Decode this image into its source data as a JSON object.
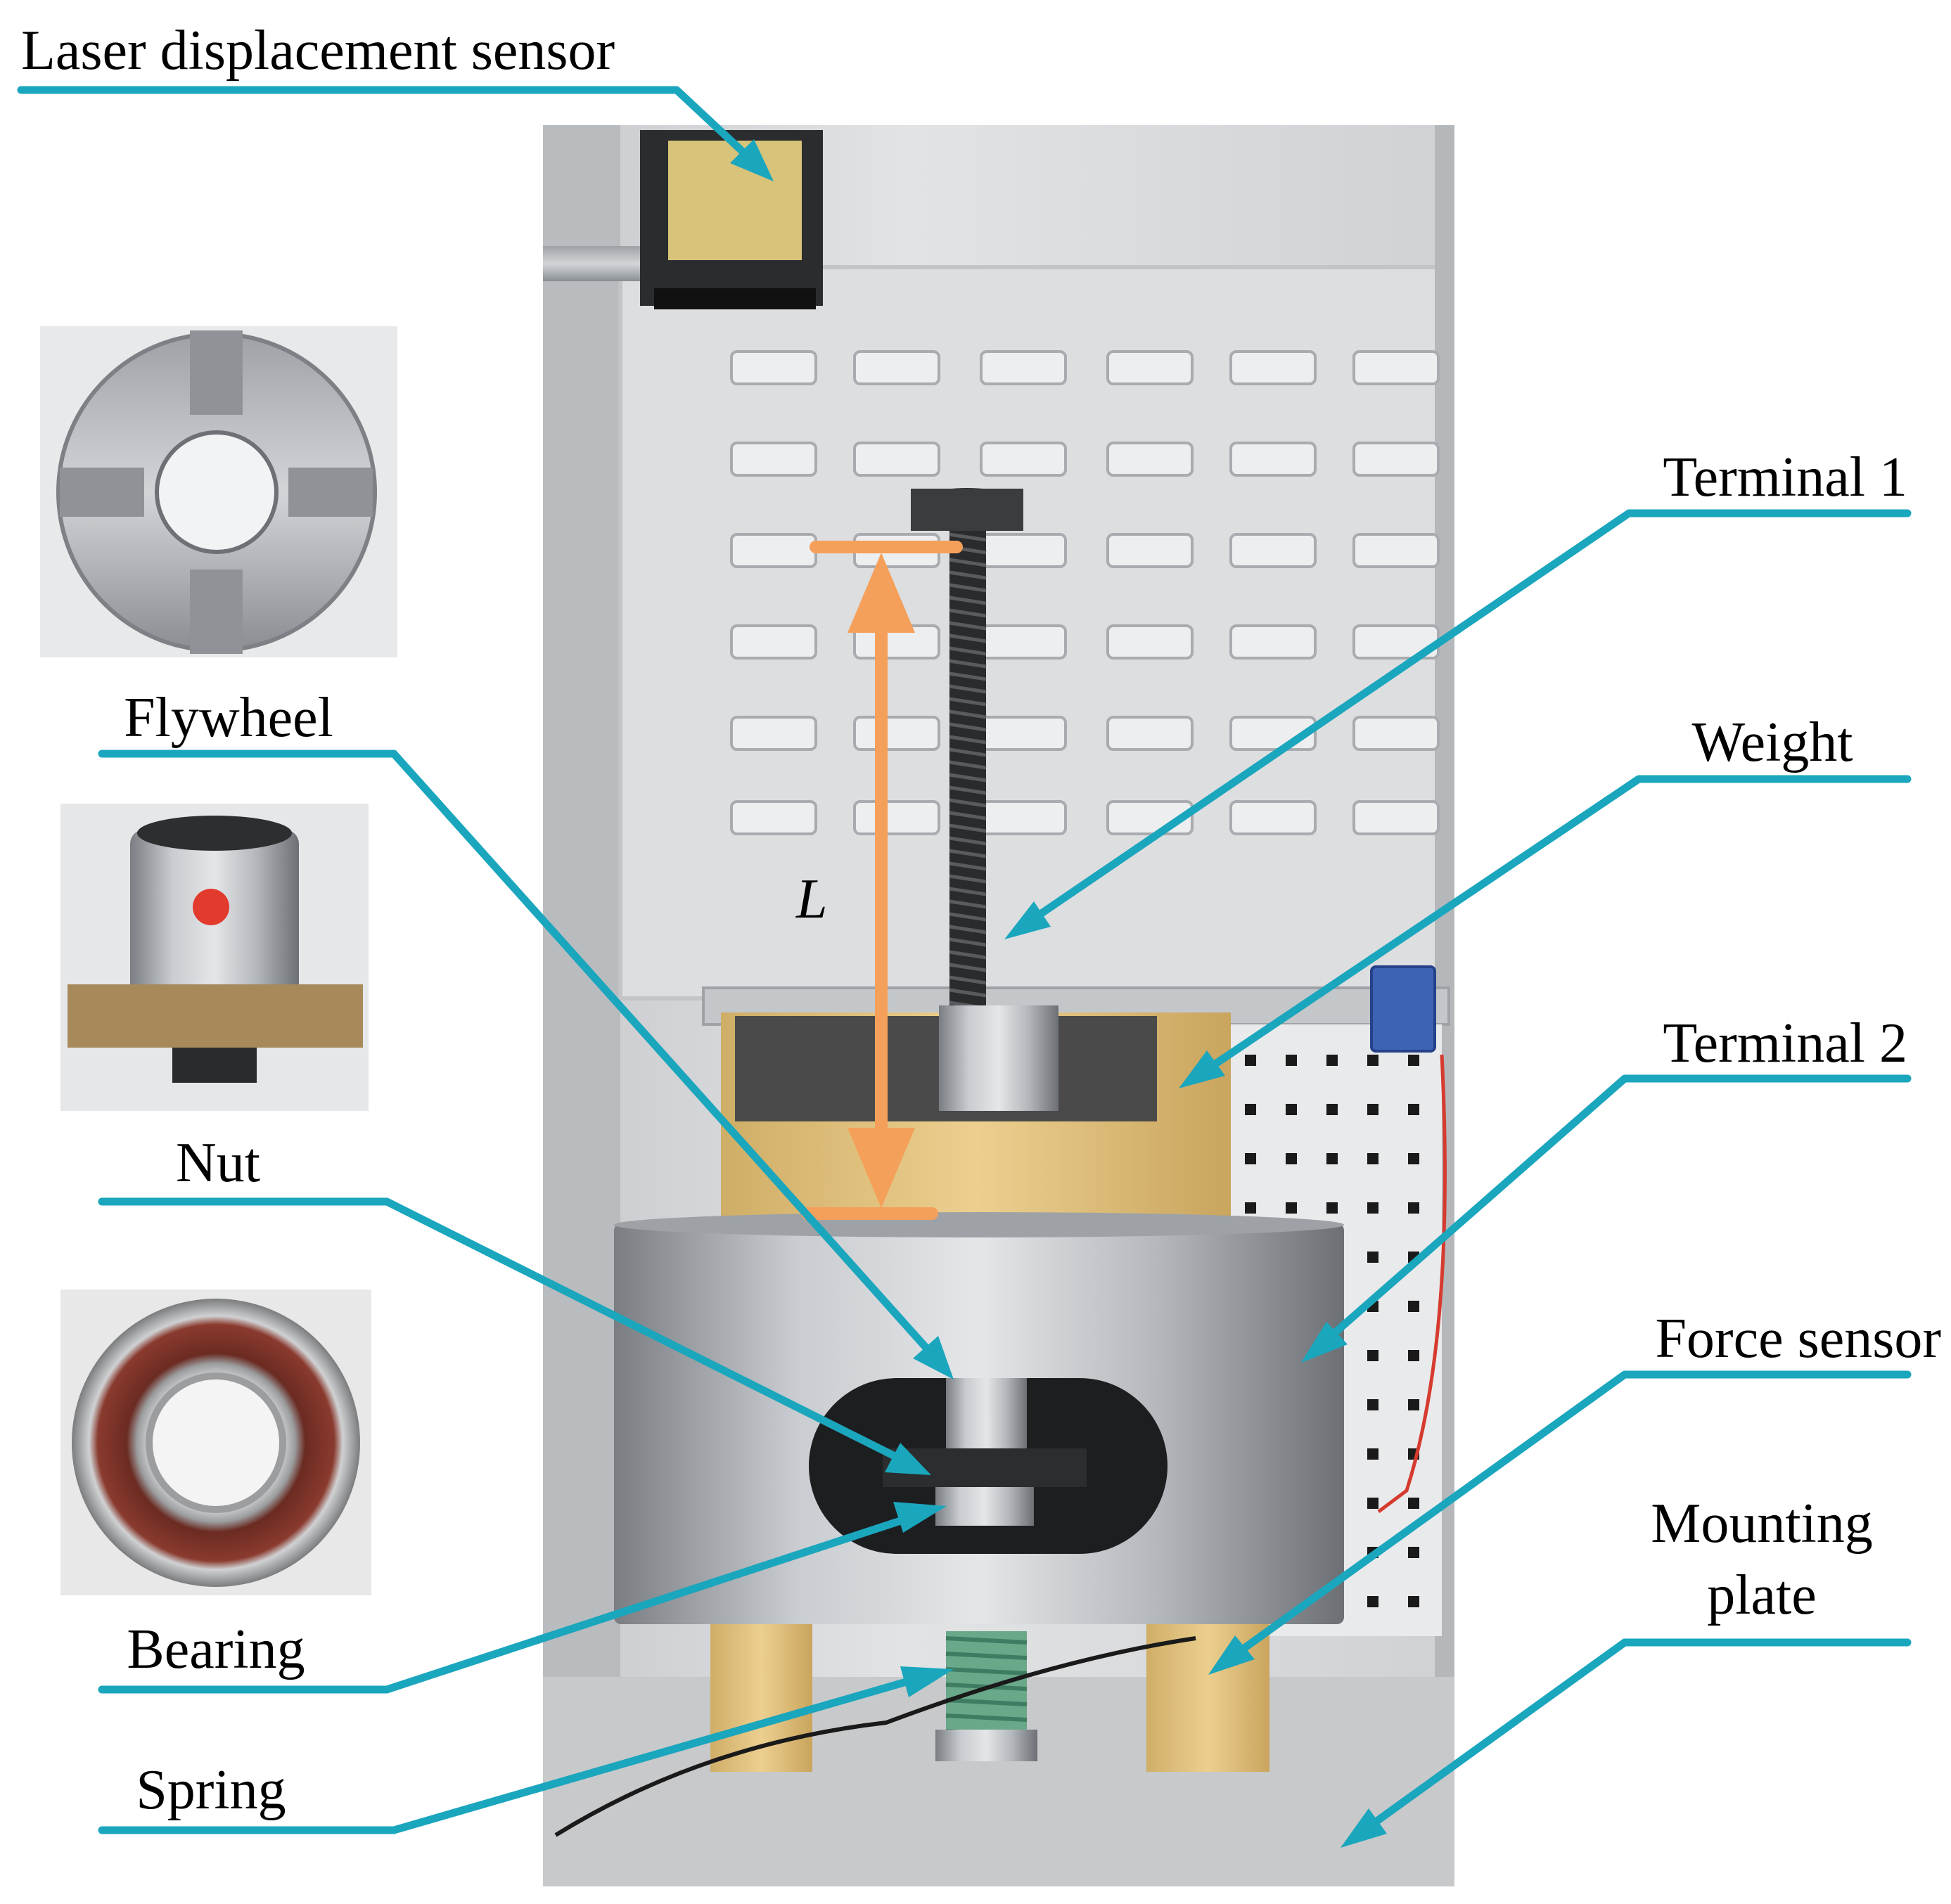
{
  "labels": {
    "laser_sensor": "Laser displacement sensor",
    "terminal1": "Terminal 1",
    "flywheel": "Flywheel",
    "weight": "Weight",
    "terminal2": "Terminal 2",
    "nut": "Nut",
    "force_sensor": "Force sensor",
    "mounting_plate_line1": "Mounting",
    "mounting_plate_line2": "plate",
    "bearing": "Bearing",
    "spring": "Spring",
    "length": "L"
  },
  "colors": {
    "callout": "#1aa6bd",
    "dimension": "#f5a05a",
    "panel": "#d9dbde",
    "steel": "#b8bcc0",
    "tape": "#e6c784"
  }
}
